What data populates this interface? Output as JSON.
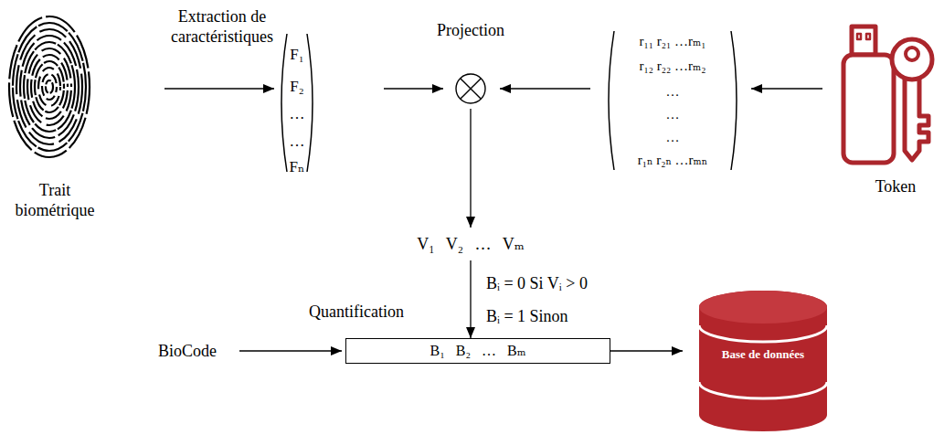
{
  "diagram": {
    "nodes": [
      {
        "text": [
          "Trait biométrique"
        ]
      },
      {
        "text": [
          "F₁",
          "F₂",
          "…",
          "…",
          "Fₙ"
        ]
      },
      {
        "text": [
          "Projection"
        ]
      },
      {
        "text": [
          "r₁₁ r₂₁ …rₘ₁",
          "r₁₂ r₂₂ …rₘ₂",
          "…",
          "…",
          "…",
          "r₁ₙ r₂ₙ …rₘₙ"
        ]
      },
      {
        "text": [
          "Token"
        ]
      },
      {
        "text": [
          "V₁ V₂ … Vₘ"
        ]
      },
      {
        "text": [
          "B₁ B₂ … Bₘ"
        ]
      },
      {
        "text": [
          "Base de données"
        ]
      }
    ],
    "edges": [
      {
        "from": 0,
        "to": 1,
        "arrow": "to",
        "label": "Extraction de caractéristiques"
      },
      {
        "from": 1,
        "to": 2,
        "arrow": "to"
      },
      {
        "from": 3,
        "to": 2,
        "arrow": "to"
      },
      {
        "from": 4,
        "to": 3,
        "arrow": "to"
      },
      {
        "from": 2,
        "to": 5,
        "arrow": "to"
      },
      {
        "from": 5,
        "to": 6,
        "arrow": "to",
        "label": "Quantification"
      },
      {
        "from": 6,
        "to": 7,
        "arrow": "to"
      }
    ],
    "labels": [
      "Bᵢ = 0 Si Vᵢ > 0",
      "Bᵢ = 1 Sinon",
      "BioCode"
    ]
  }
}
